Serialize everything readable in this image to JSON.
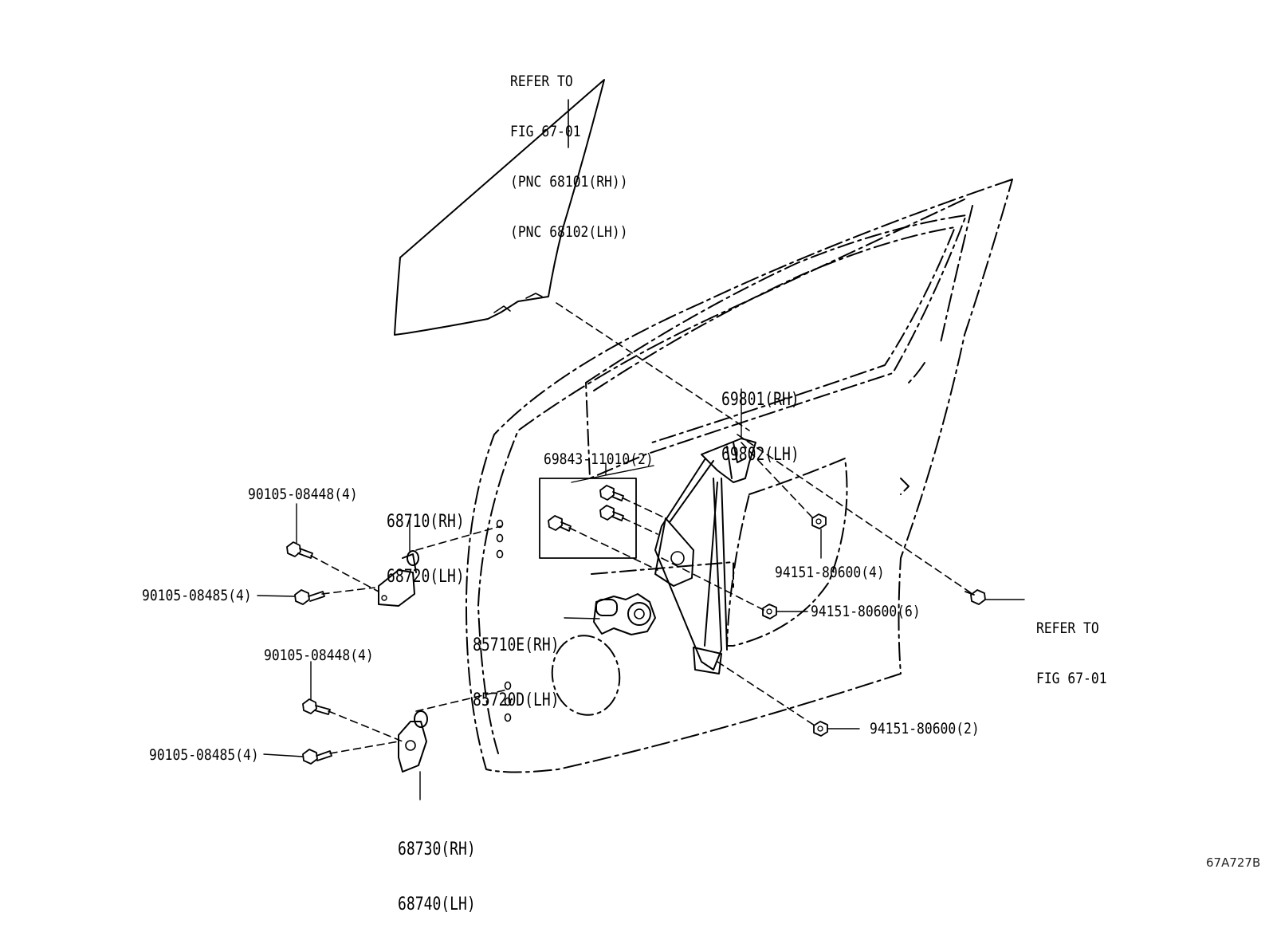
{
  "diagram_id": "67A727B",
  "labels": {
    "glass_ref": [
      "REFER TO",
      "FIG 67-01",
      "(PNC 68101(RH))",
      "(PNC 68102(LH))"
    ],
    "regulator": [
      "69801(RH)",
      "69802(LH)"
    ],
    "regulator_bolt": "69843-11010(2)",
    "upper_hinge": [
      "68710(RH)",
      "68720(LH)"
    ],
    "upper_bolt_a": "90105-08448(4)",
    "upper_bolt_b": "90105-08485(4)",
    "motor": [
      "85710E(RH)",
      "85720D(LH)"
    ],
    "nut_4": "94151-80600(4)",
    "nut_6": "94151-80600(6)",
    "nut_2": "94151-80600(2)",
    "door_ref": [
      "REFER TO",
      "FIG 67-01"
    ],
    "lower_bolt_a": "90105-08448(4)",
    "lower_bolt_b": "90105-08485(4)",
    "lower_hinge": [
      "68730(RH)",
      "68740(LH)"
    ]
  }
}
